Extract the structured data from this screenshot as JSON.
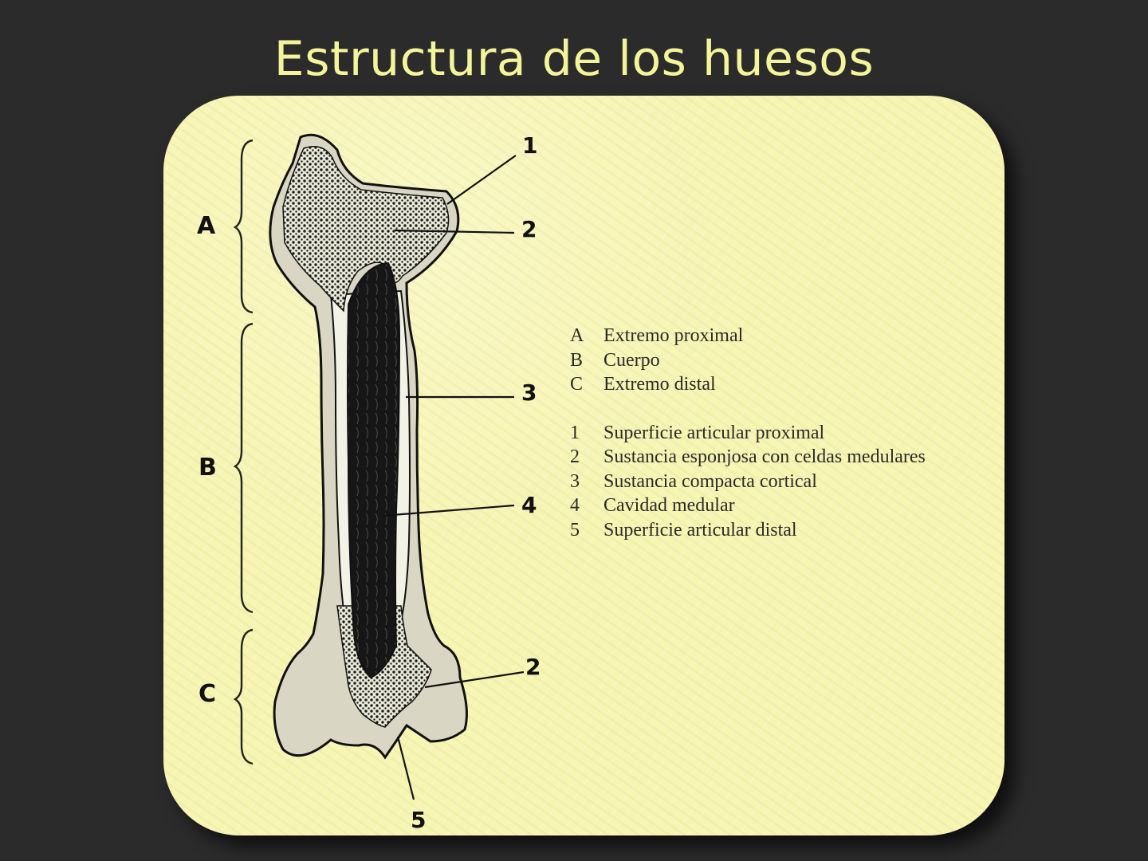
{
  "title": "Estructura de los huesos",
  "colors": {
    "background": "#2b2b2b",
    "title": "#f4f49a",
    "panel": "#f7f5b2",
    "ink": "#111111"
  },
  "diagram": {
    "regions": [
      {
        "key": "A",
        "name": "Extremo proximal"
      },
      {
        "key": "B",
        "name": "Cuerpo"
      },
      {
        "key": "C",
        "name": "Extremo distal"
      }
    ],
    "callouts": [
      "1",
      "2",
      "3",
      "4",
      "2",
      "5"
    ],
    "parts": [
      {
        "key": "1",
        "name": "Superficie articular proximal"
      },
      {
        "key": "2",
        "name": "Sustancia esponjosa con celdas medulares"
      },
      {
        "key": "3",
        "name": "Sustancia compacta cortical"
      },
      {
        "key": "4",
        "name": "Cavidad medular"
      },
      {
        "key": "5",
        "name": "Superficie articular distal"
      }
    ]
  }
}
